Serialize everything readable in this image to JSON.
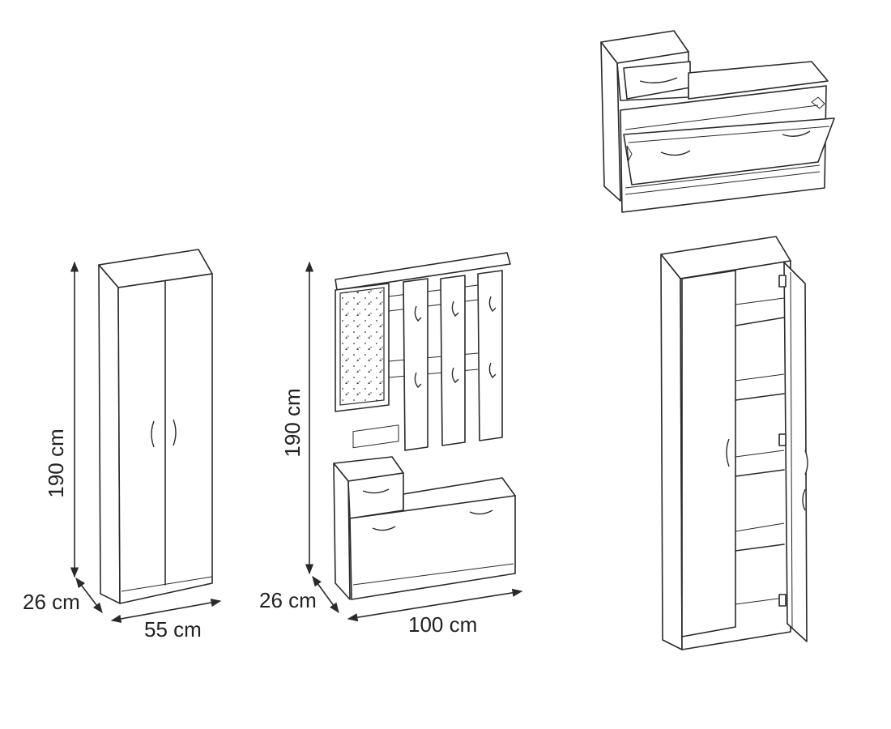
{
  "dimensions": {
    "wardrobe": {
      "height": "190 cm",
      "depth": "26 cm",
      "width": "55 cm"
    },
    "hallway_set": {
      "height": "190 cm",
      "depth": "26 cm",
      "width": "100 cm"
    }
  },
  "colors": {
    "line": "#2a2a2a",
    "background": "#ffffff",
    "text": "#222222"
  }
}
